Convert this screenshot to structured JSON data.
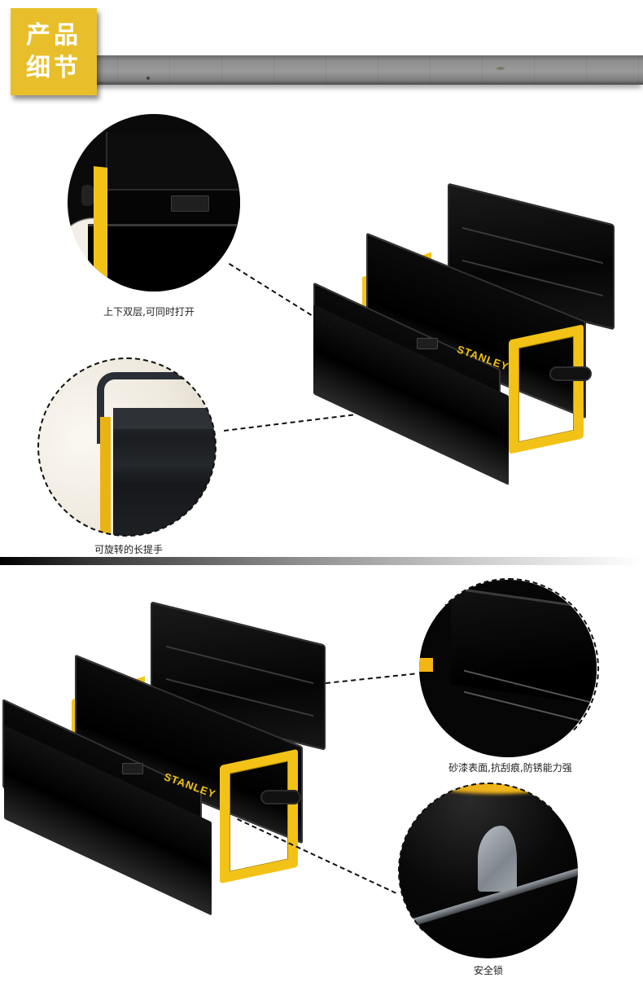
{
  "header": {
    "badge_line1": "产品",
    "badge_line2": "细节",
    "badge_color": "#e8bf2a"
  },
  "product": {
    "brand_logo": "STANLEY",
    "accent_color": "#f2c316",
    "body_color": "#000000"
  },
  "section1": {
    "details": [
      {
        "caption": "上下双层,可同时打开",
        "icon": "double-layer-detail-image"
      },
      {
        "caption": "可旋转的长提手",
        "icon": "rotating-handle-detail-image"
      }
    ]
  },
  "section2": {
    "details": [
      {
        "caption": "砂漆表面,抗刮痕,防锈能力强",
        "icon": "sand-paint-surface-detail-image"
      },
      {
        "caption": "安全锁",
        "icon": "safety-lock-detail-image"
      }
    ]
  }
}
